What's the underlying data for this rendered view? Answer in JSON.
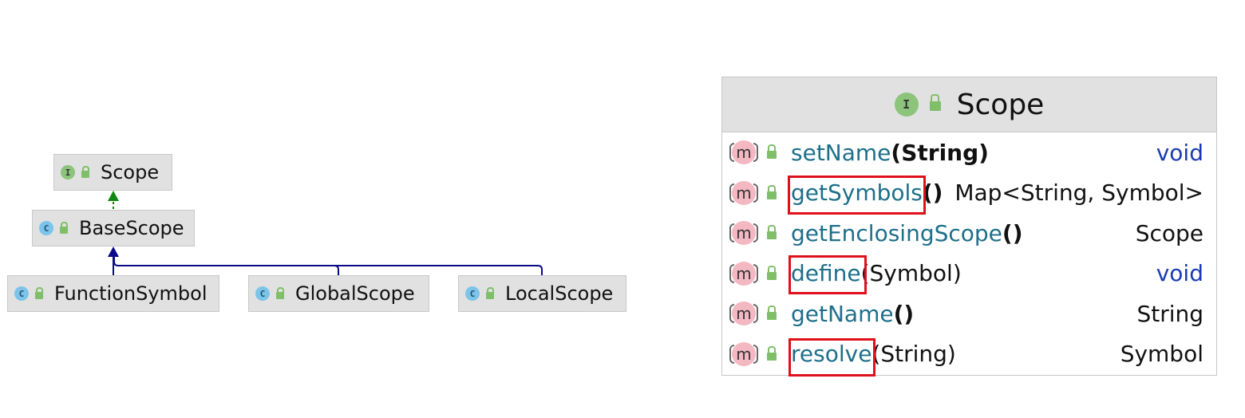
{
  "hierarchy": {
    "scope": {
      "label": "Scope",
      "badge": "I"
    },
    "base_scope": {
      "label": "BaseScope",
      "badge": "C"
    },
    "function_symbol": {
      "label": "FunctionSymbol",
      "badge": "C"
    },
    "global_scope": {
      "label": "GlobalScope",
      "badge": "C"
    },
    "local_scope": {
      "label": "LocalScope",
      "badge": "C"
    }
  },
  "panel": {
    "title": "Scope",
    "badge": "I",
    "member_badge": "m",
    "members": [
      {
        "name": "setName",
        "params": "(String)",
        "type": "void"
      },
      {
        "name": "getSymbols",
        "params": "()",
        "type": "Map<String, Symbol>"
      },
      {
        "name": "getEnclosingScope",
        "params": "()",
        "type": "Scope"
      },
      {
        "name": "define",
        "params": "(Symbol)",
        "type": "void"
      },
      {
        "name": "getName",
        "params": "()",
        "type": "String"
      },
      {
        "name": "resolve",
        "params": "(String)",
        "type": "Symbol"
      }
    ]
  },
  "colors": {
    "node_bg": "#e1e1e1",
    "realization_arrow": "#118811",
    "inheritance_arrow": "#0a0a8a",
    "highlight": "#e0101a",
    "method_name": "#1d6f8a",
    "keyword": "#1a3bb3"
  },
  "icons": {
    "interface": "interface-icon",
    "class": "class-icon",
    "method": "method-icon",
    "visibility": "public-lock-icon"
  }
}
